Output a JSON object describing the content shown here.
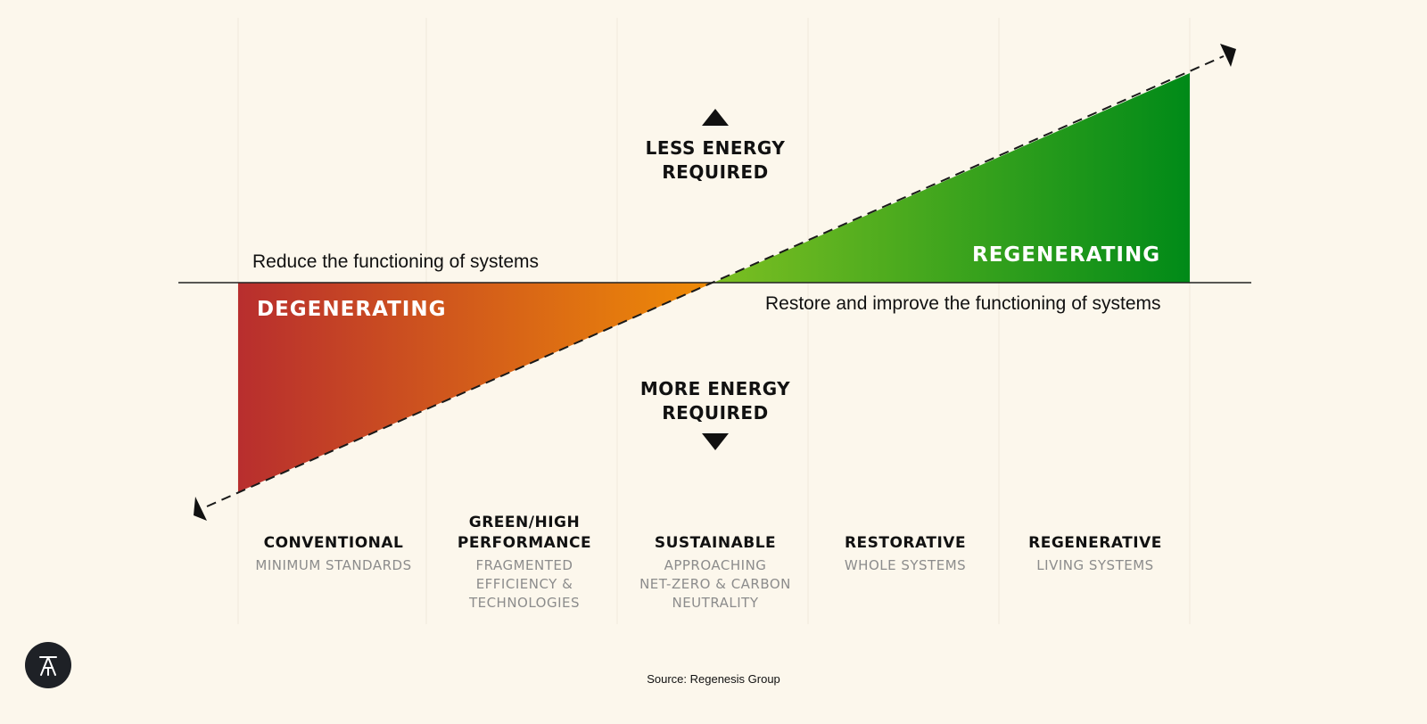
{
  "diagram": {
    "left_note": "Reduce the functioning of systems",
    "right_note": "Restore and improve the functioning of systems",
    "upper_energy": "LESS ENERGY\nREQUIRED",
    "lower_energy": "MORE ENERGY\nREQUIRED",
    "negative_zone": "DEGENERATING",
    "positive_zone": "REGENERATING",
    "colors": {
      "degenerating_start": "#b82e2e",
      "degenerating_end": "#ef8c06",
      "regenerating_start": "#7cbf22",
      "regenerating_end": "#008a18",
      "background": "#fcf7ec"
    },
    "columns": [
      {
        "name": "CONVENTIONAL",
        "description": "MINIMUM STANDARDS"
      },
      {
        "name": "GREEN/HIGH\nPERFORMANCE",
        "description": "FRAGMENTED\nEFFICIENCY &\nTECHNOLOGIES"
      },
      {
        "name": "SUSTAINABLE",
        "description": "APPROACHING\nNET-ZERO & CARBON\nNEUTRALITY"
      },
      {
        "name": "RESTORATIVE",
        "description": "WHOLE SYSTEMS"
      },
      {
        "name": "REGENERATIVE",
        "description": "LIVING SYSTEMS"
      }
    ]
  },
  "footer": {
    "source": "Source: Regenesis Group",
    "logo_icon": "stool-logo-icon"
  }
}
